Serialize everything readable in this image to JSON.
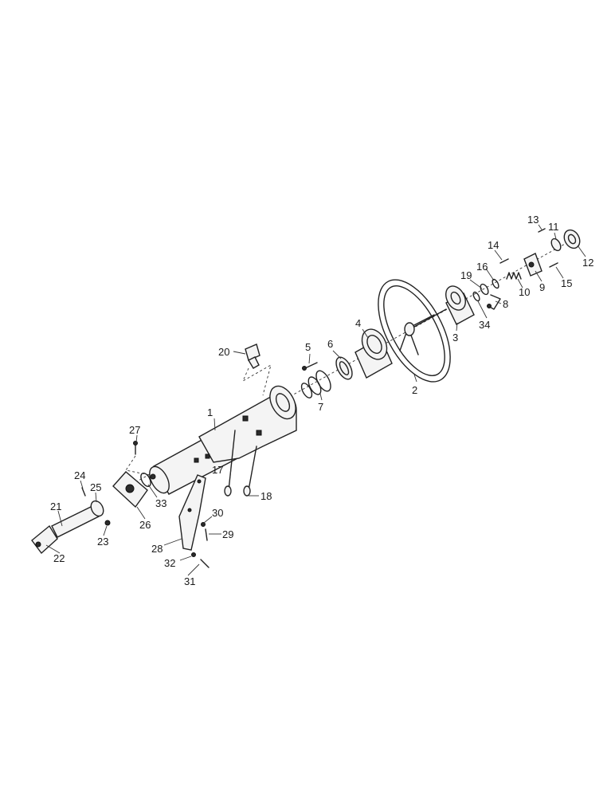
{
  "diagram": {
    "type": "exploded-parts-view",
    "callouts": [
      "1",
      "2",
      "3",
      "4",
      "5",
      "6",
      "7",
      "8",
      "9",
      "10",
      "11",
      "12",
      "13",
      "14",
      "15",
      "16",
      "17",
      "18",
      "19",
      "20",
      "21",
      "22",
      "23",
      "24",
      "25",
      "26",
      "27",
      "28",
      "29",
      "30",
      "31",
      "32",
      "33",
      "34"
    ]
  }
}
